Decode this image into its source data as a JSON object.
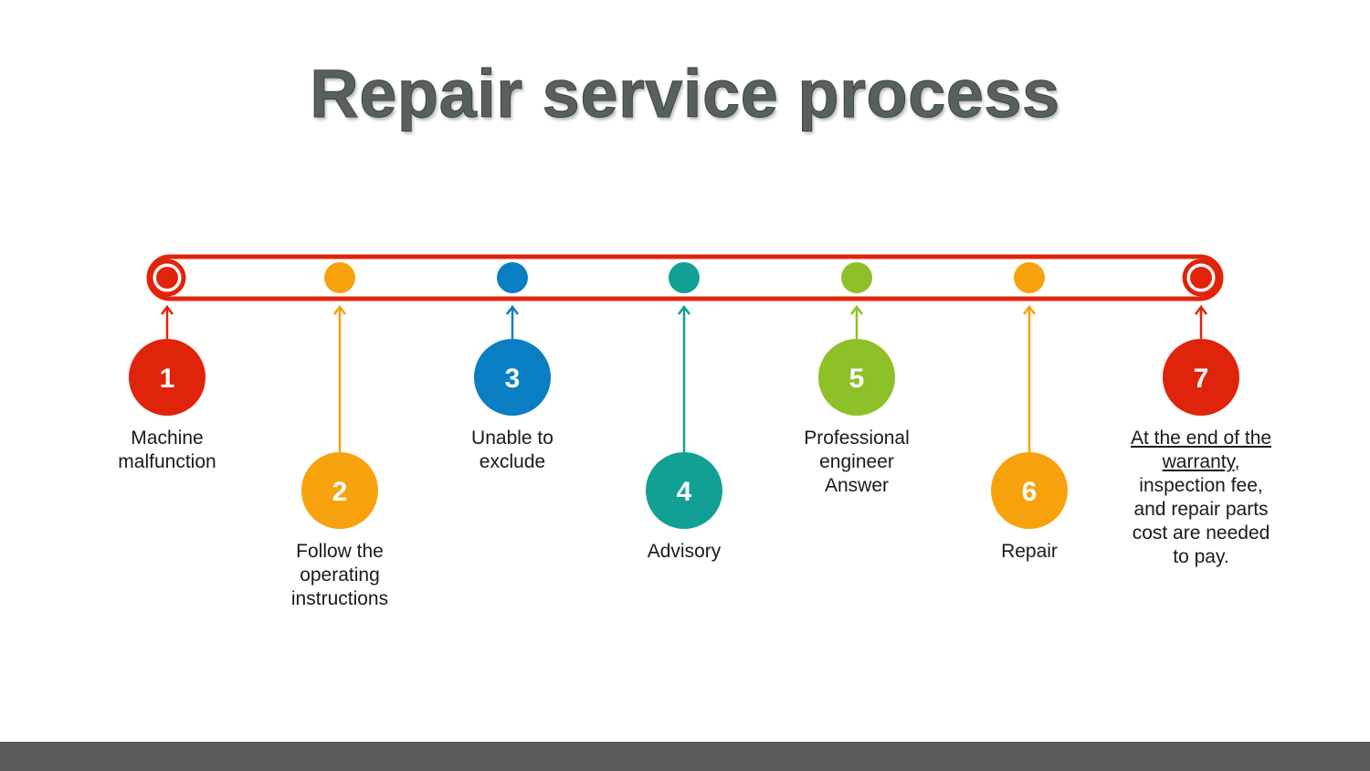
{
  "title": "Repair service process",
  "colors": {
    "red": "#e0240b",
    "orange": "#f7a20d",
    "blue": "#0a7ec2",
    "teal": "#12a095",
    "green": "#8dc127",
    "title": "#56605e",
    "footer": "#595959"
  },
  "steps": [
    {
      "number": "1",
      "color": "#e0240b",
      "lines": [
        "Machine",
        "malfunction"
      ]
    },
    {
      "number": "2",
      "color": "#f7a20d",
      "lines": [
        "Follow the",
        "operating",
        "instructions"
      ]
    },
    {
      "number": "3",
      "color": "#0a7ec2",
      "lines": [
        "Unable to",
        "exclude"
      ]
    },
    {
      "number": "4",
      "color": "#12a095",
      "lines": [
        "Advisory"
      ]
    },
    {
      "number": "5",
      "color": "#8dc127",
      "lines": [
        "Professional",
        "engineer",
        "Answer"
      ]
    },
    {
      "number": "6",
      "color": "#f7a20d",
      "lines": [
        "Repair"
      ]
    },
    {
      "number": "7",
      "color": "#e0240b",
      "lines": [
        "At the end of the",
        "warranty",
        ", inspection fee,",
        "and repair parts",
        "cost are needed",
        "to pay."
      ]
    }
  ]
}
